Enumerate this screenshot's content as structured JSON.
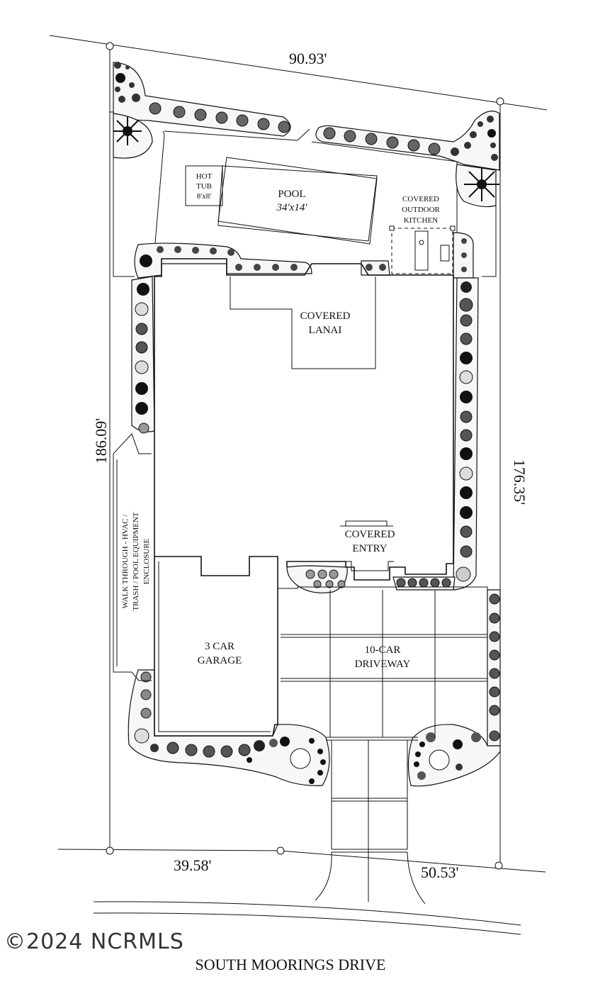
{
  "dimensions": {
    "top": "90.93'",
    "left": "186.09'",
    "right": "176.35'",
    "bottom_left": "39.58'",
    "bottom_right": "50.53'"
  },
  "labels": {
    "hot_tub_line1": "HOT",
    "hot_tub_line2": "TUB",
    "hot_tub_line3": "8'x8'",
    "pool_line1": "POOL",
    "pool_line2": "34'x14'",
    "kitchen_line1": "COVERED",
    "kitchen_line2": "OUTDOOR",
    "kitchen_line3": "KITCHEN",
    "lanai_line1": "COVERED",
    "lanai_line2": "LANAI",
    "entry_line1": "COVERED",
    "entry_line2": "ENTRY",
    "garage_line1": "3 CAR",
    "garage_line2": "GARAGE",
    "driveway_line1": "10-CAR",
    "driveway_line2": "DRIVEWAY",
    "enclosure_line1": "WALK THROUGH - HVAC /",
    "enclosure_line2": "TRASH / POOL EQUIPMENT",
    "enclosure_line3": "ENCLOSURE",
    "street": "SOUTH MOORINGS DRIVE"
  },
  "watermark": "©2024 NCRMLS"
}
